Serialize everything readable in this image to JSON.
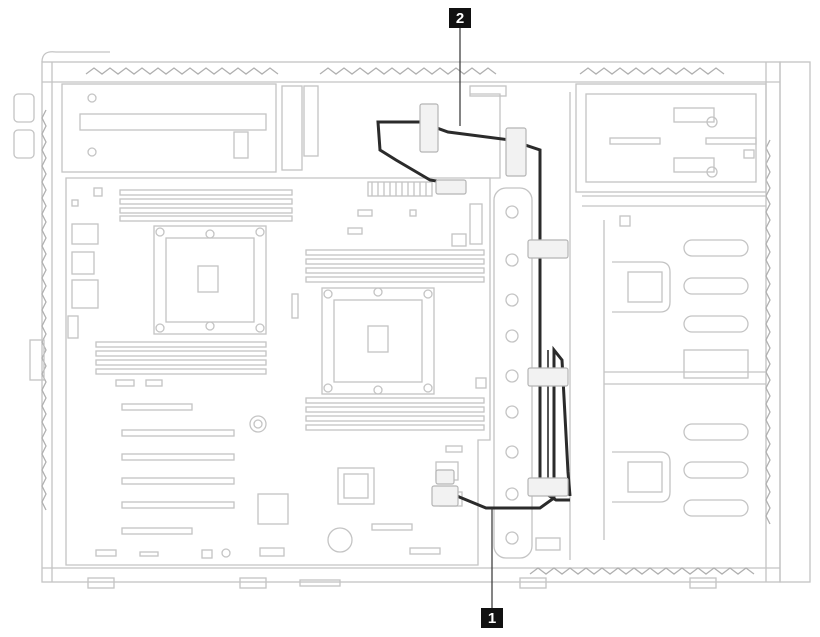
{
  "callouts": [
    {
      "id": "1",
      "label": "1"
    },
    {
      "id": "2",
      "label": "2"
    }
  ],
  "colors": {
    "line_art": "#c4c4c4",
    "cable": "#2b2b2b",
    "callout_box": "#111111",
    "callout_text": "#ffffff",
    "background": "#ffffff"
  }
}
